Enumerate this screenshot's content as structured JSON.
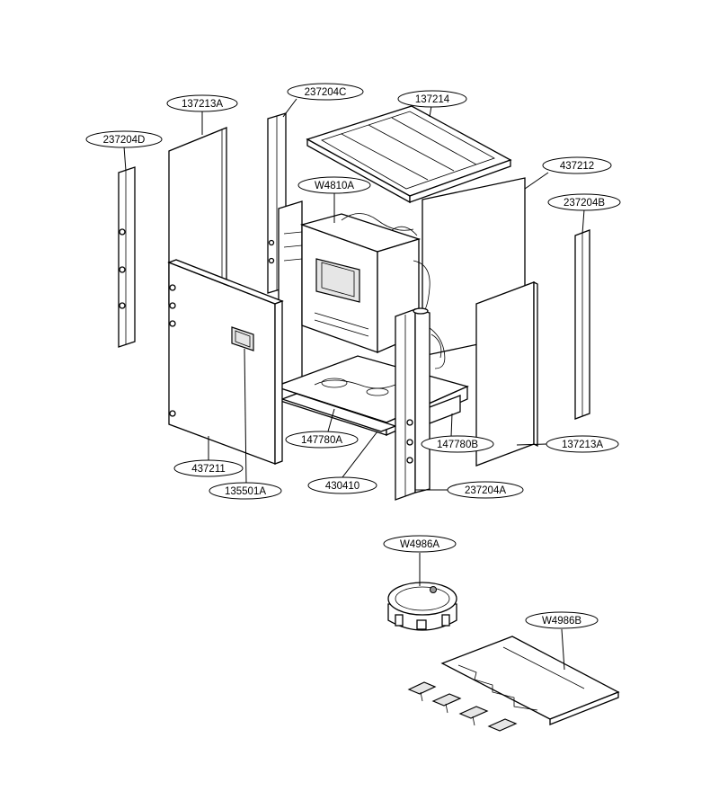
{
  "callouts": {
    "c137213A_top": "137213A",
    "c237204C": "237204C",
    "c137214": "137214",
    "c237204D": "237204D",
    "c437212": "437212",
    "cW4810A": "W4810A",
    "c237204B": "237204B",
    "c147780A": "147780A",
    "c147780B": "147780B",
    "c137213A_right": "137213A",
    "c437211": "437211",
    "c135501A": "135501A",
    "c430410": "430410",
    "c237204A": "237204A",
    "cW4986A": "W4986A",
    "cW4986B": "W4986B"
  }
}
